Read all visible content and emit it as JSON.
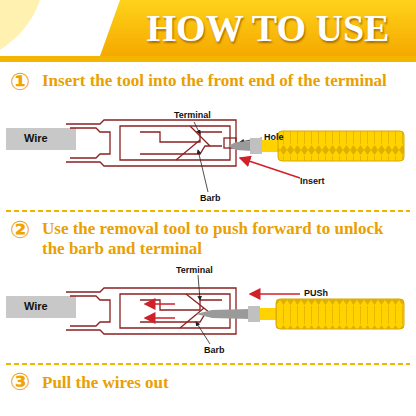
{
  "diagram": {
    "title": "HOW TO USE",
    "labels": [
      "①",
      "Insert the tool into the front end of the terminal",
      "Terminal",
      "Wire",
      "Barb",
      "Hole",
      "Insert",
      "②",
      "Use the removal tool to push forward to unlock the barb and terminal",
      "Terminal",
      "Wire",
      "Barb",
      "PUSh",
      "③",
      "Pull the wires out"
    ]
  }
}
